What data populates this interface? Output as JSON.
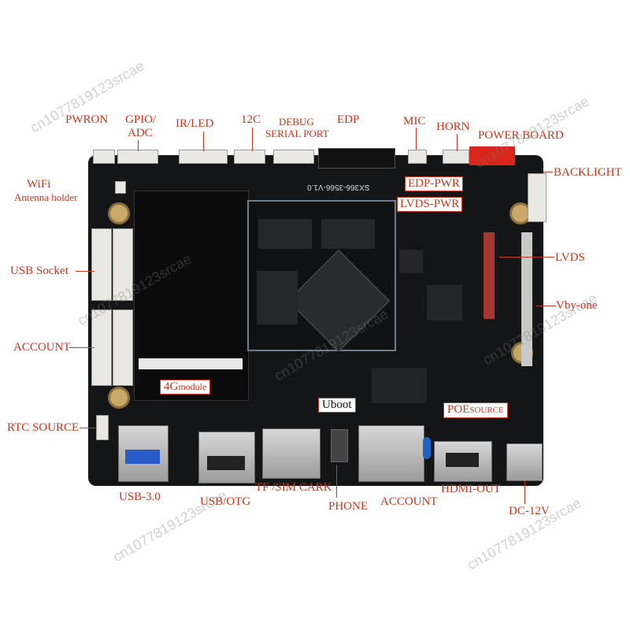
{
  "labels": {
    "pwron": "PWRON",
    "gpio_adc_1": "GPIO/",
    "gpio_adc_2": "ADC",
    "ir_led": "IR/LED",
    "i2c": "12C",
    "debug_1": "DEBUG",
    "debug_2": "SERIAL PORT",
    "edp": "EDP",
    "mic": "MIC",
    "horn": "HORN",
    "power_board": "POWER BOARD",
    "backlight": "BACKLIGHT",
    "wifi_1": "WiFi",
    "wifi_2": "Antenna holder",
    "edp_pwr": "EDP-PWR",
    "lvds_pwr": "LVDS-PWR",
    "lvds": "LVDS",
    "vby_one": "Vby-one",
    "usb_socket": "USB Socket",
    "account_left": "ACCOUNT",
    "module_4g_big": "4G",
    "module_4g_small": "module",
    "uboot": "Uboot",
    "poe_big": "POE",
    "poe_small": "SOURCE",
    "rtc_source": "RTC SOURCE",
    "usb30": "USB-3.0",
    "usb_otg": "USB/OTG",
    "tf_sim": "TF /SIM CARK",
    "phone": "PHONE",
    "account_bottom": "ACCOUNT",
    "hdmi_out": "HDMI-OUT",
    "dc12v": "DC-12V"
  },
  "board_marking": "SX366-3566-V1.0",
  "watermark": "cn1077819123srcae",
  "colors": {
    "label_red": "#c8361c",
    "board": "#141516",
    "power_connector": "#d8261c"
  }
}
